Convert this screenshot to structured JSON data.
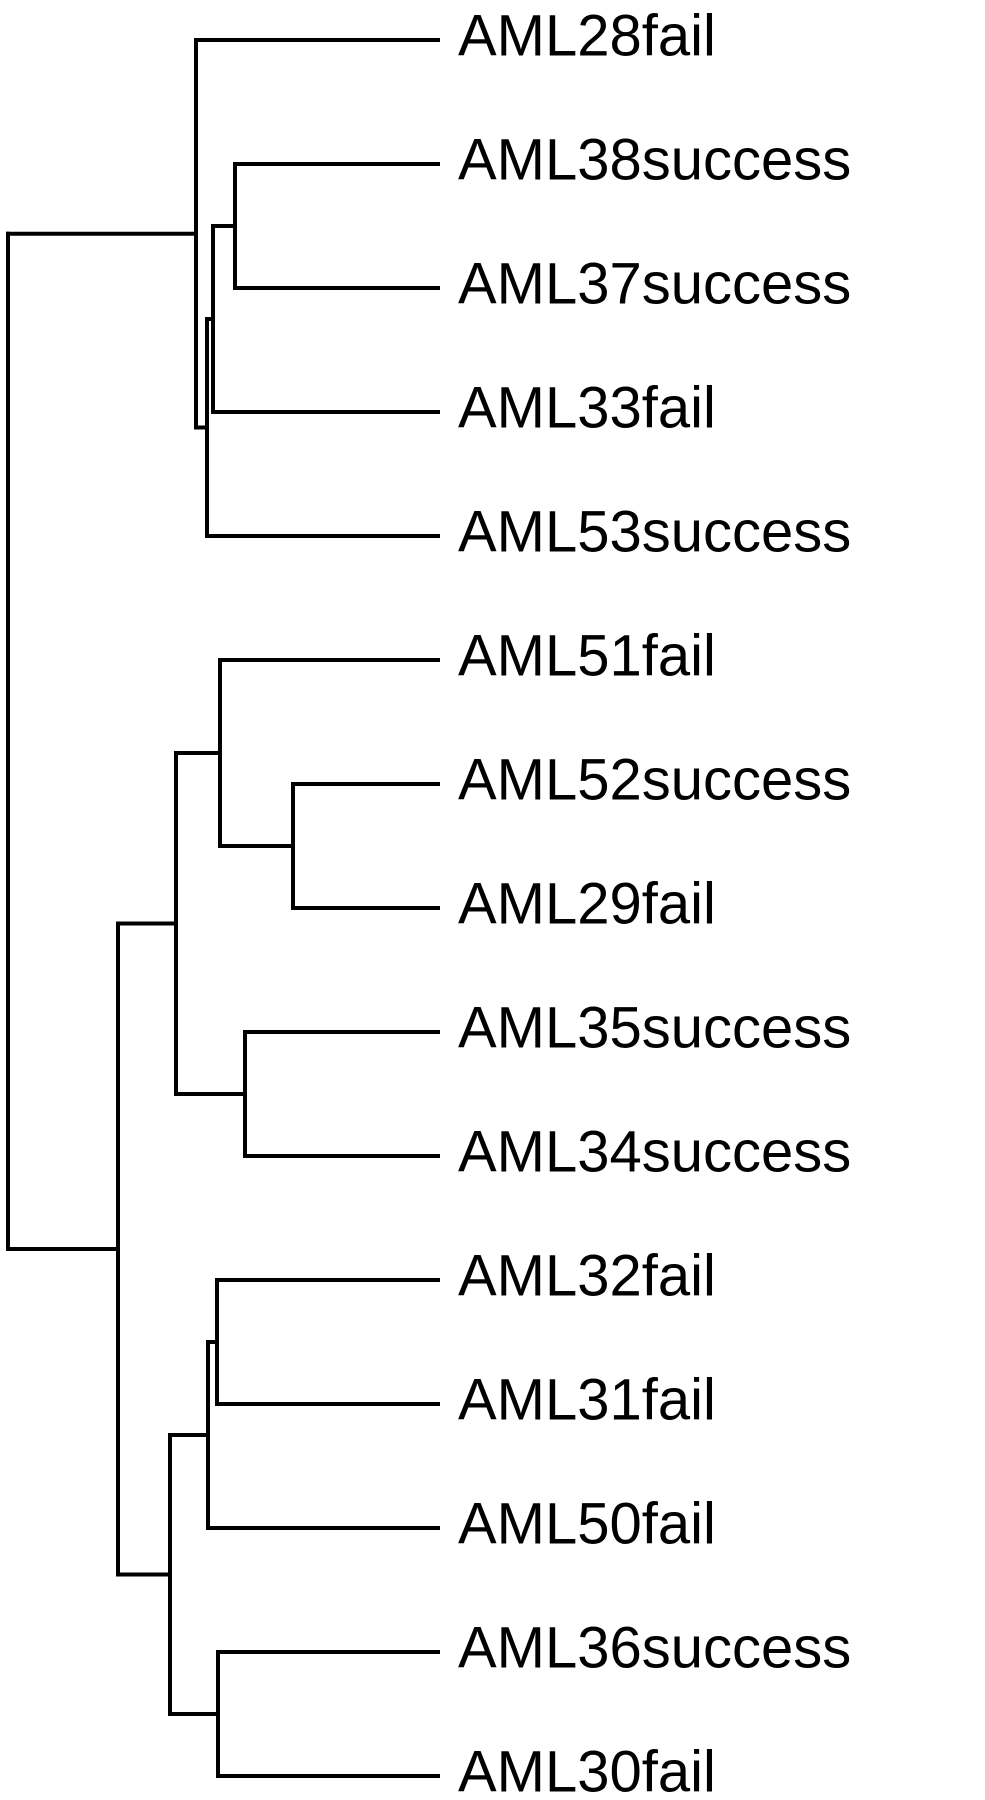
{
  "diagram": {
    "type": "dendrogram",
    "leaves": [
      "AML28fail",
      "AML38success",
      "AML37success",
      "AML33fail",
      "AML53success",
      "AML51fail",
      "AML52success",
      "AML29fail",
      "AML35success",
      "AML34success",
      "AML32fail",
      "AML31fail",
      "AML50fail",
      "AML36success",
      "AML30fail"
    ],
    "tree": {
      "children": [
        {
          "children": [
            {
              "leaf": 0
            },
            {
              "children": [
                {
                  "children": [
                    {
                      "children": [
                        {
                          "leaf": 1
                        },
                        {
                          "leaf": 2
                        }
                      ]
                    },
                    {
                      "leaf": 3
                    }
                  ]
                },
                {
                  "leaf": 4
                }
              ]
            }
          ]
        },
        {
          "children": [
            {
              "children": [
                {
                  "children": [
                    {
                      "leaf": 5
                    },
                    {
                      "children": [
                        {
                          "leaf": 6
                        },
                        {
                          "leaf": 7
                        }
                      ]
                    }
                  ]
                },
                {
                  "children": [
                    {
                      "leaf": 8
                    },
                    {
                      "leaf": 9
                    }
                  ]
                }
              ]
            },
            {
              "children": [
                {
                  "children": [
                    {
                      "children": [
                        {
                          "leaf": 10
                        },
                        {
                          "leaf": 11
                        }
                      ]
                    },
                    {
                      "leaf": 12
                    }
                  ]
                },
                {
                  "children": [
                    {
                      "leaf": 13
                    },
                    {
                      "leaf": 14
                    }
                  ]
                }
              ]
            }
          ]
        }
      ]
    }
  }
}
